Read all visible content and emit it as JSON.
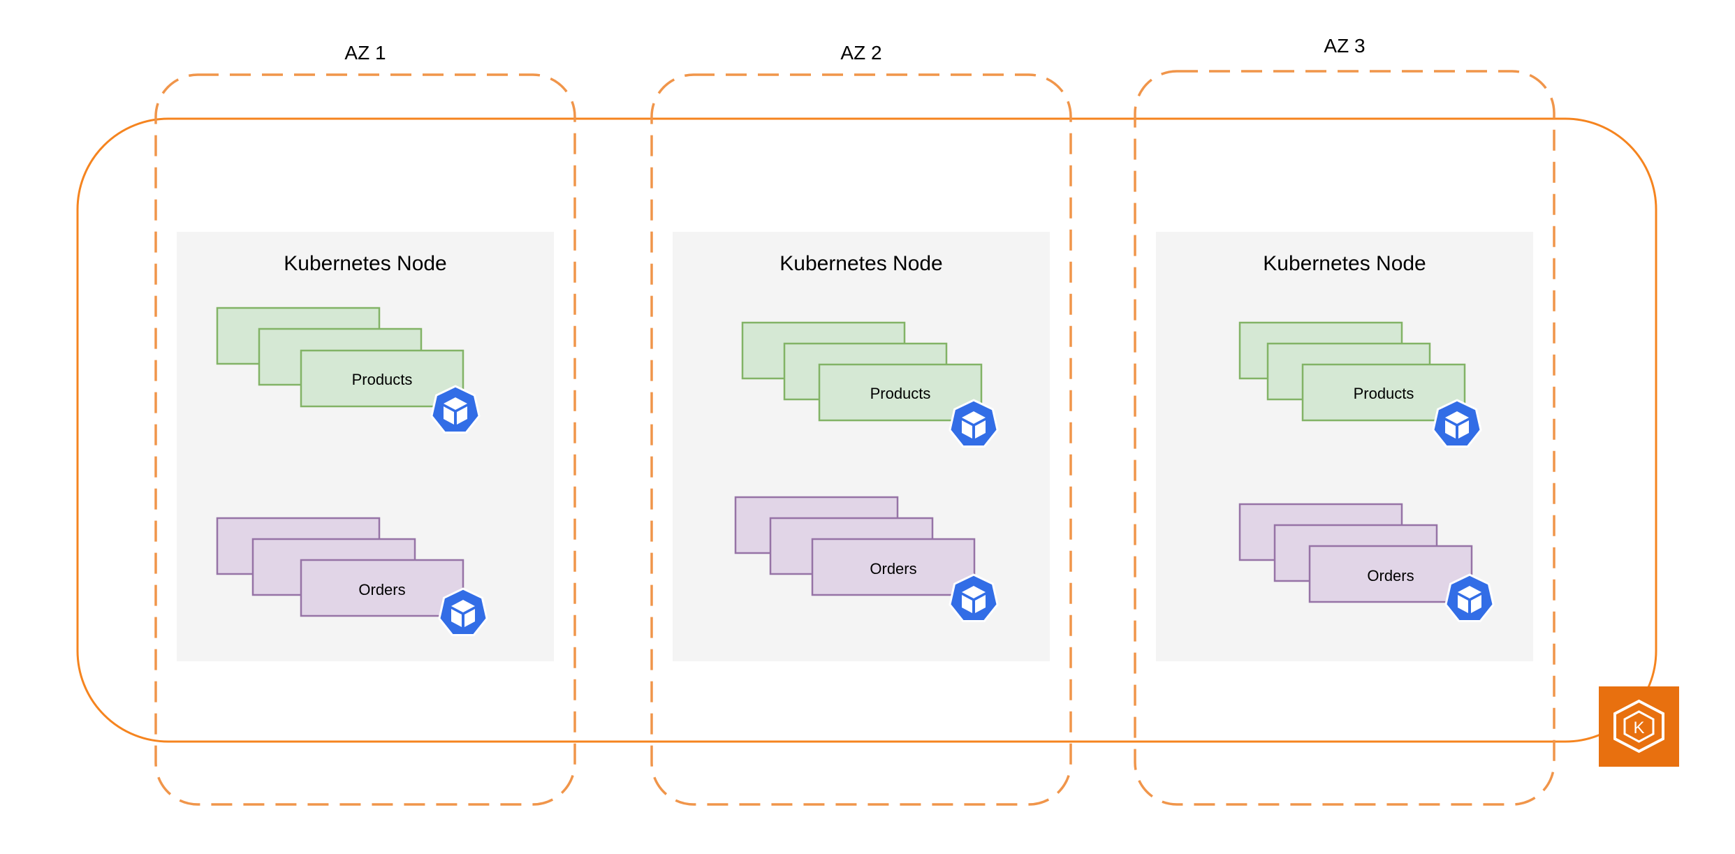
{
  "colors": {
    "cluster_border": "#f5841f",
    "az_border": "#f0954a",
    "node_fill": "#f4f4f4",
    "products_fill": "#d5e8d4",
    "products_border": "#82b366",
    "orders_fill": "#e1d5e7",
    "orders_border": "#9673a6",
    "k8s_icon": "#326de6",
    "eks_icon": "#e8700f"
  },
  "zones": [
    {
      "label": "AZ 1",
      "node": {
        "title": "Kubernetes Node",
        "products_label": "Products",
        "orders_label": "Orders"
      }
    },
    {
      "label": "AZ 2",
      "node": {
        "title": "Kubernetes Node",
        "products_label": "Products",
        "orders_label": "Orders"
      }
    },
    {
      "label": "AZ 3",
      "node": {
        "title": "Kubernetes Node",
        "products_label": "Products",
        "orders_label": "Orders"
      }
    }
  ],
  "icons": {
    "pod": "kubernetes-pod-icon",
    "cluster": "amazon-eks-icon",
    "cluster_letter": "K"
  }
}
